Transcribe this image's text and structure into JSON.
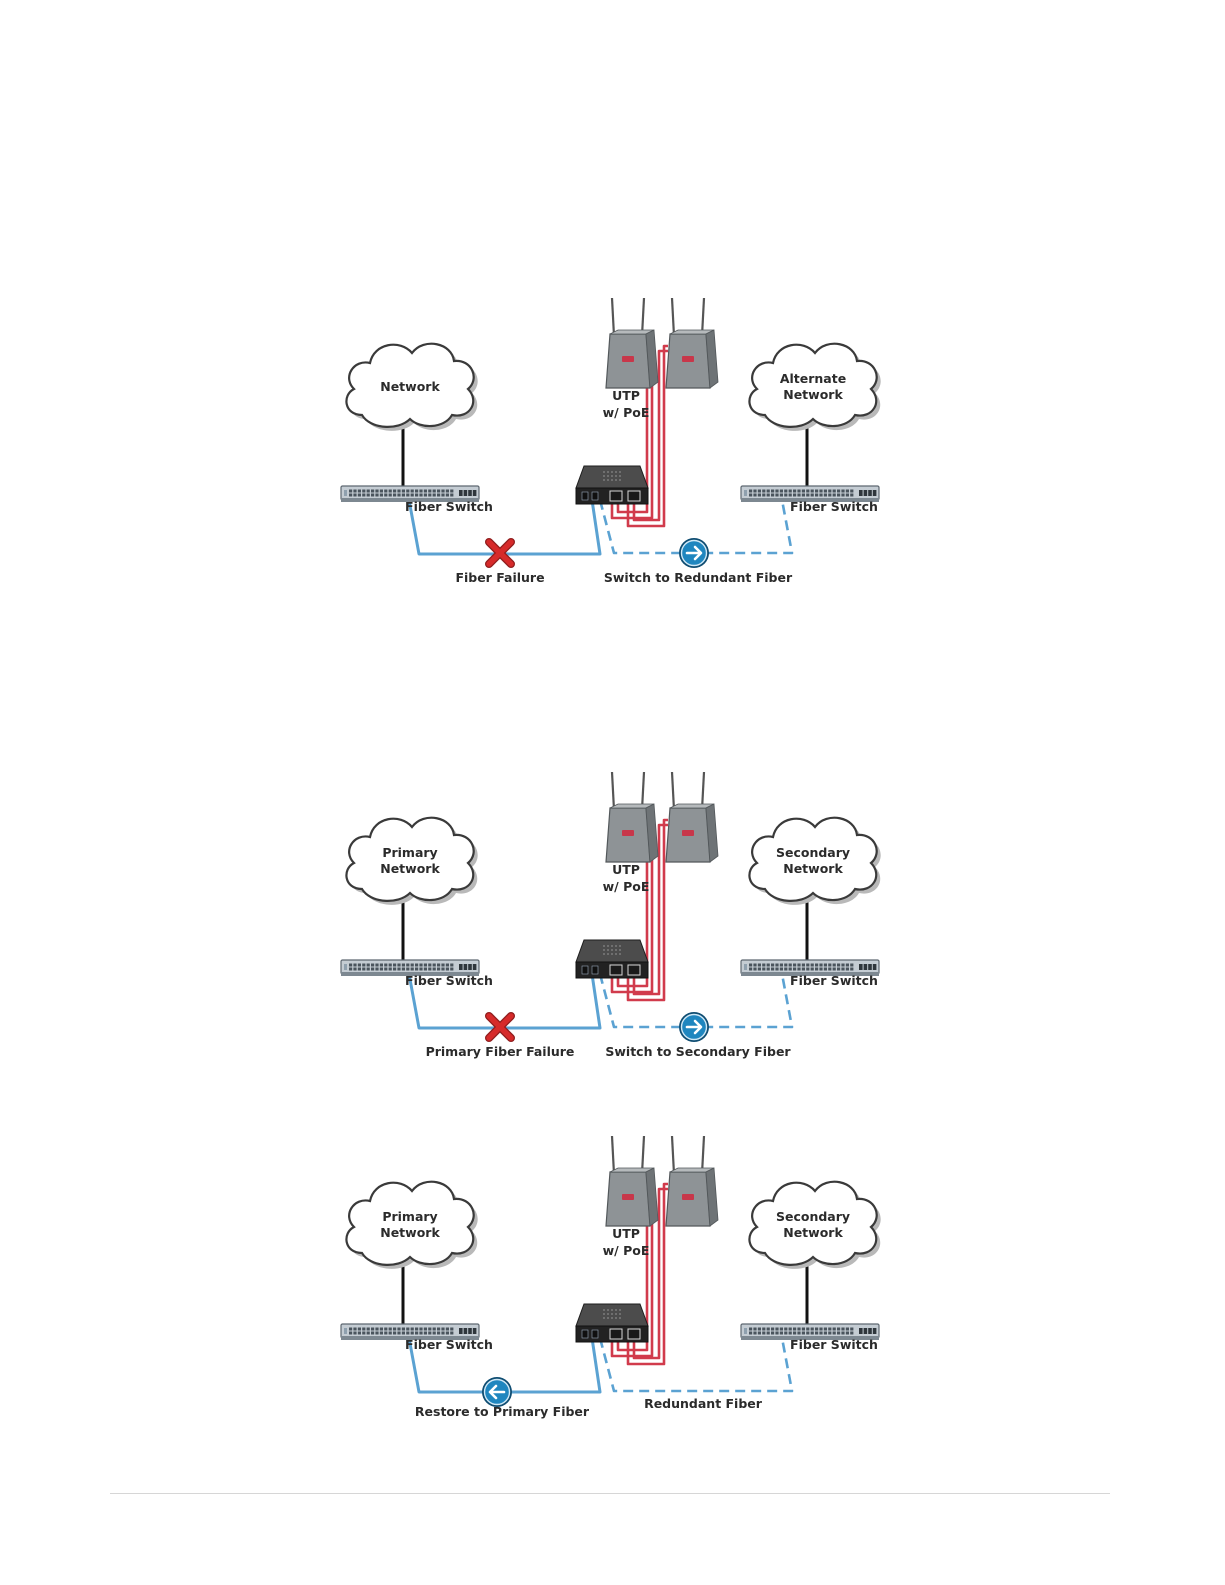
{
  "colors": {
    "fiber": "#5ba2d2",
    "utp": "#d13b4c",
    "failure": "#d62a2a",
    "arrow_badge": "#1f86bf",
    "device": "#333333"
  },
  "icons": {
    "cloud": "cloud-icon",
    "switch": "fiber-switch-icon",
    "media_converter": "media-converter-icon",
    "access_point": "access-point-icon",
    "failure": "x-mark-icon",
    "arrow_right": "arrow-right-badge-icon",
    "arrow_left": "arrow-left-badge-icon"
  },
  "diagrams": [
    {
      "left_cloud": [
        "Network"
      ],
      "right_cloud": [
        "Alternate",
        "Network"
      ],
      "utp_label": [
        "UTP",
        "w/ PoE"
      ],
      "left_switch_label": "Fiber Switch",
      "right_switch_label": "Fiber Switch",
      "left_status": "Fiber Failure",
      "right_status": "Switch to Redundant Fiber",
      "mode": "failover"
    },
    {
      "left_cloud": [
        "Primary",
        "Network"
      ],
      "right_cloud": [
        "Secondary",
        "Network"
      ],
      "utp_label": [
        "UTP",
        "w/ PoE"
      ],
      "left_switch_label": "Fiber Switch",
      "right_switch_label": "Fiber Switch",
      "left_status": "Primary Fiber Failure",
      "right_status": "Switch to Secondary Fiber",
      "mode": "failover"
    },
    {
      "left_cloud": [
        "Primary",
        "Network"
      ],
      "right_cloud": [
        "Secondary",
        "Network"
      ],
      "utp_label": [
        "UTP",
        "w/ PoE"
      ],
      "left_switch_label": "Fiber Switch",
      "right_switch_label": "Fiber Switch",
      "left_status": "Restore to Primary Fiber",
      "right_status": "Redundant Fiber",
      "mode": "restore"
    }
  ]
}
